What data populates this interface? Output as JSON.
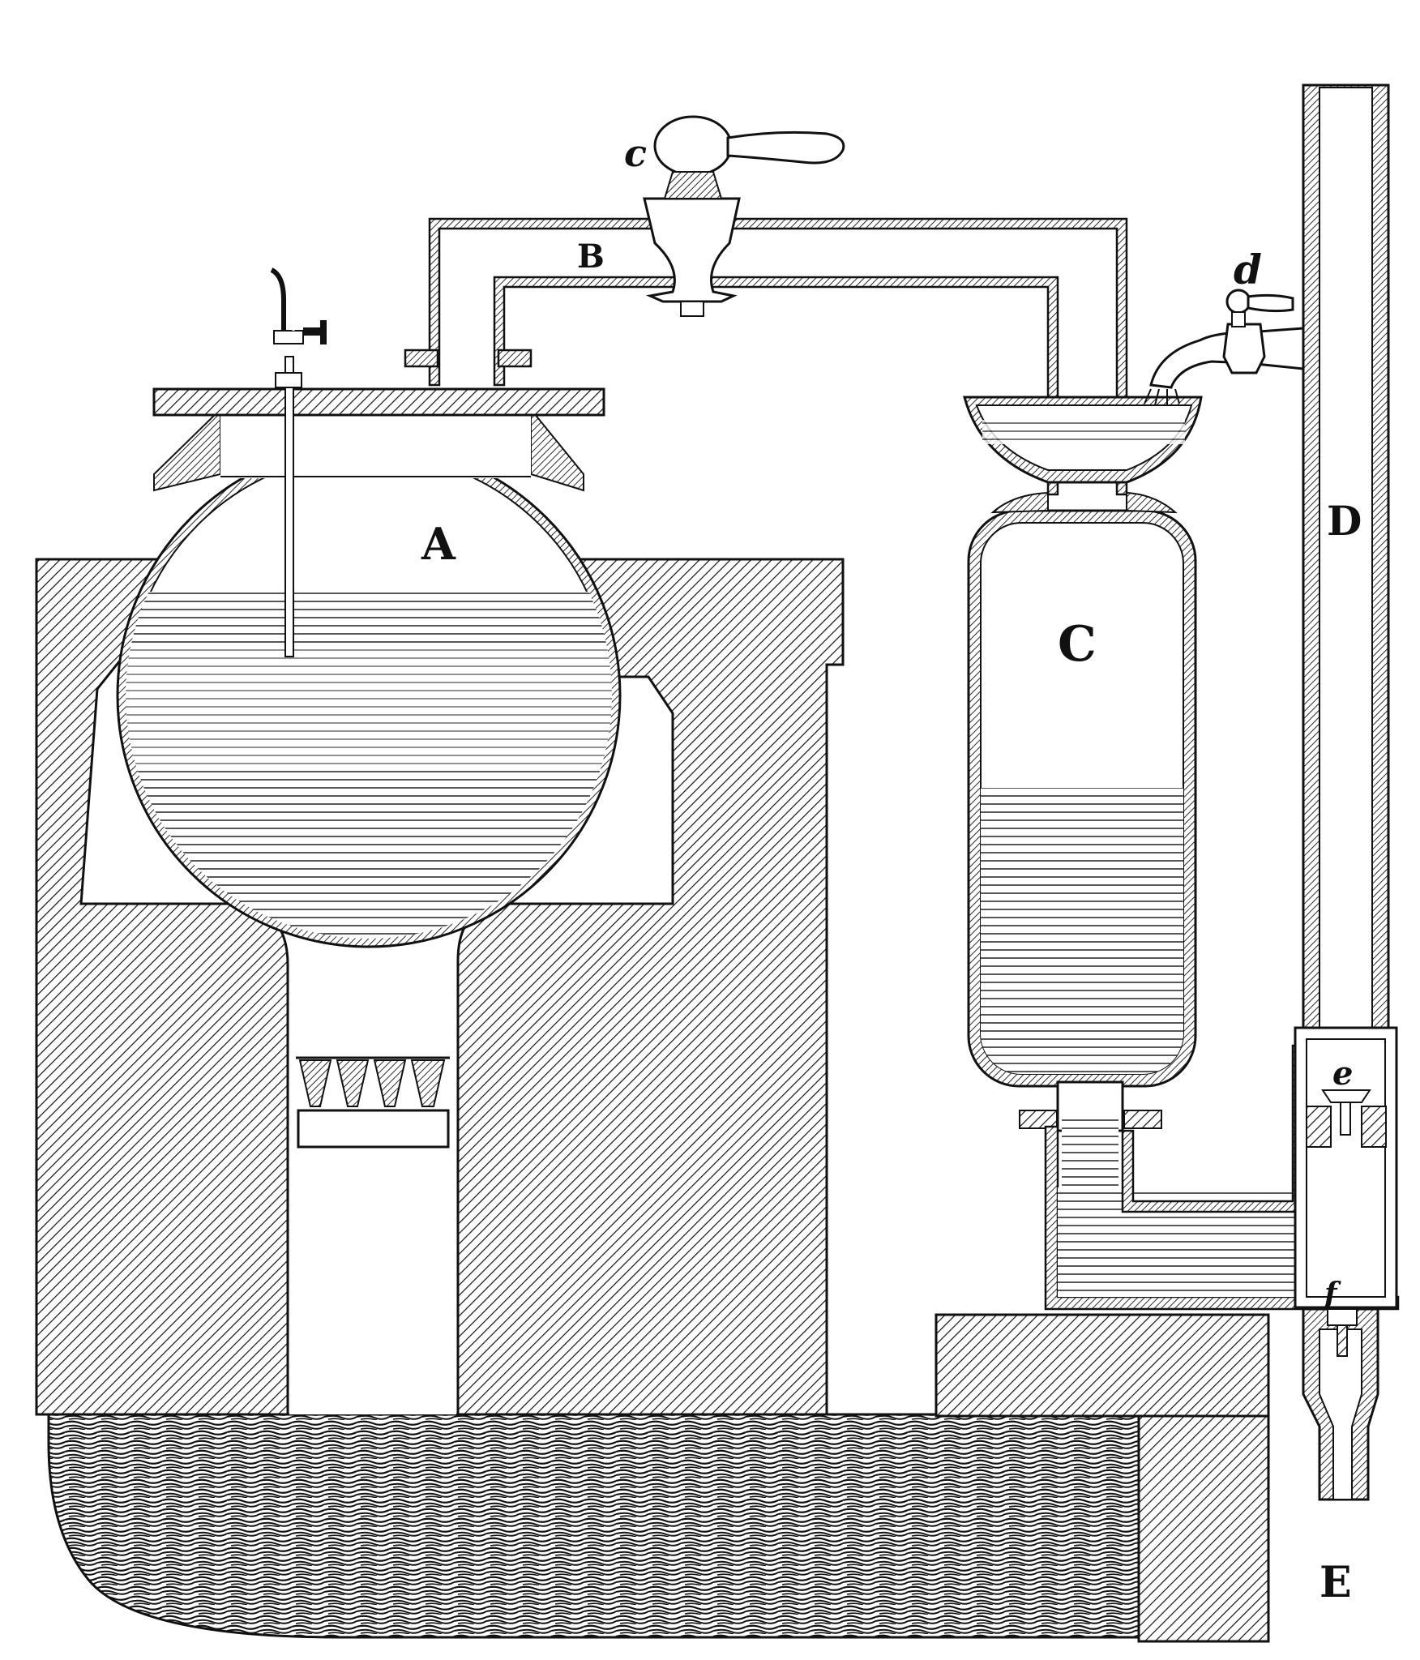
{
  "labels": {
    "A": "A",
    "B": "B",
    "C": "C",
    "D": "D",
    "E": "E",
    "c": "c",
    "d": "d",
    "e": "e",
    "f": "f"
  },
  "colors": {
    "ink": "#111111",
    "paper": "#ffffff"
  }
}
